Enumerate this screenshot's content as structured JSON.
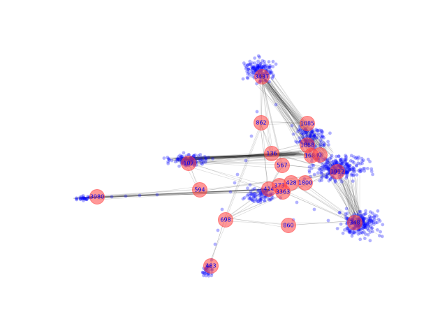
{
  "colors": {
    "background": "#ffffff",
    "node": "#0000ff",
    "hub": "#ff4444",
    "edge": "#000000",
    "label": "#0000ee"
  },
  "hubs": [
    {
      "id": "hub-3437",
      "label": "3437"
    },
    {
      "id": "hub-862",
      "label": "862"
    },
    {
      "id": "hub-1085",
      "label": "1085"
    },
    {
      "id": "hub-107",
      "label": "107"
    },
    {
      "id": "hub-136",
      "label": "136"
    },
    {
      "id": "hub-1912",
      "label": "1912"
    },
    {
      "id": "hub-567",
      "label": "567"
    },
    {
      "id": "hub-1888",
      "label": "1888"
    },
    {
      "id": "hub-1684",
      "label": "1684"
    },
    {
      "id": "hub-0",
      "label": "0"
    },
    {
      "id": "hub-594",
      "label": "594"
    },
    {
      "id": "hub-3980",
      "label": "3980"
    },
    {
      "id": "hub-698",
      "label": "698"
    },
    {
      "id": "hub-860",
      "label": "860"
    },
    {
      "id": "hub-483",
      "label": "483"
    },
    {
      "id": "hub-348",
      "label": "348"
    },
    {
      "id": "hub-428",
      "label": "428"
    },
    {
      "id": "hub-414",
      "label": "414"
    },
    {
      "id": "hub-373",
      "label": "373"
    },
    {
      "id": "hub-1800",
      "label": "1800"
    },
    {
      "id": "hub-3363",
      "label": "3363"
    }
  ]
}
